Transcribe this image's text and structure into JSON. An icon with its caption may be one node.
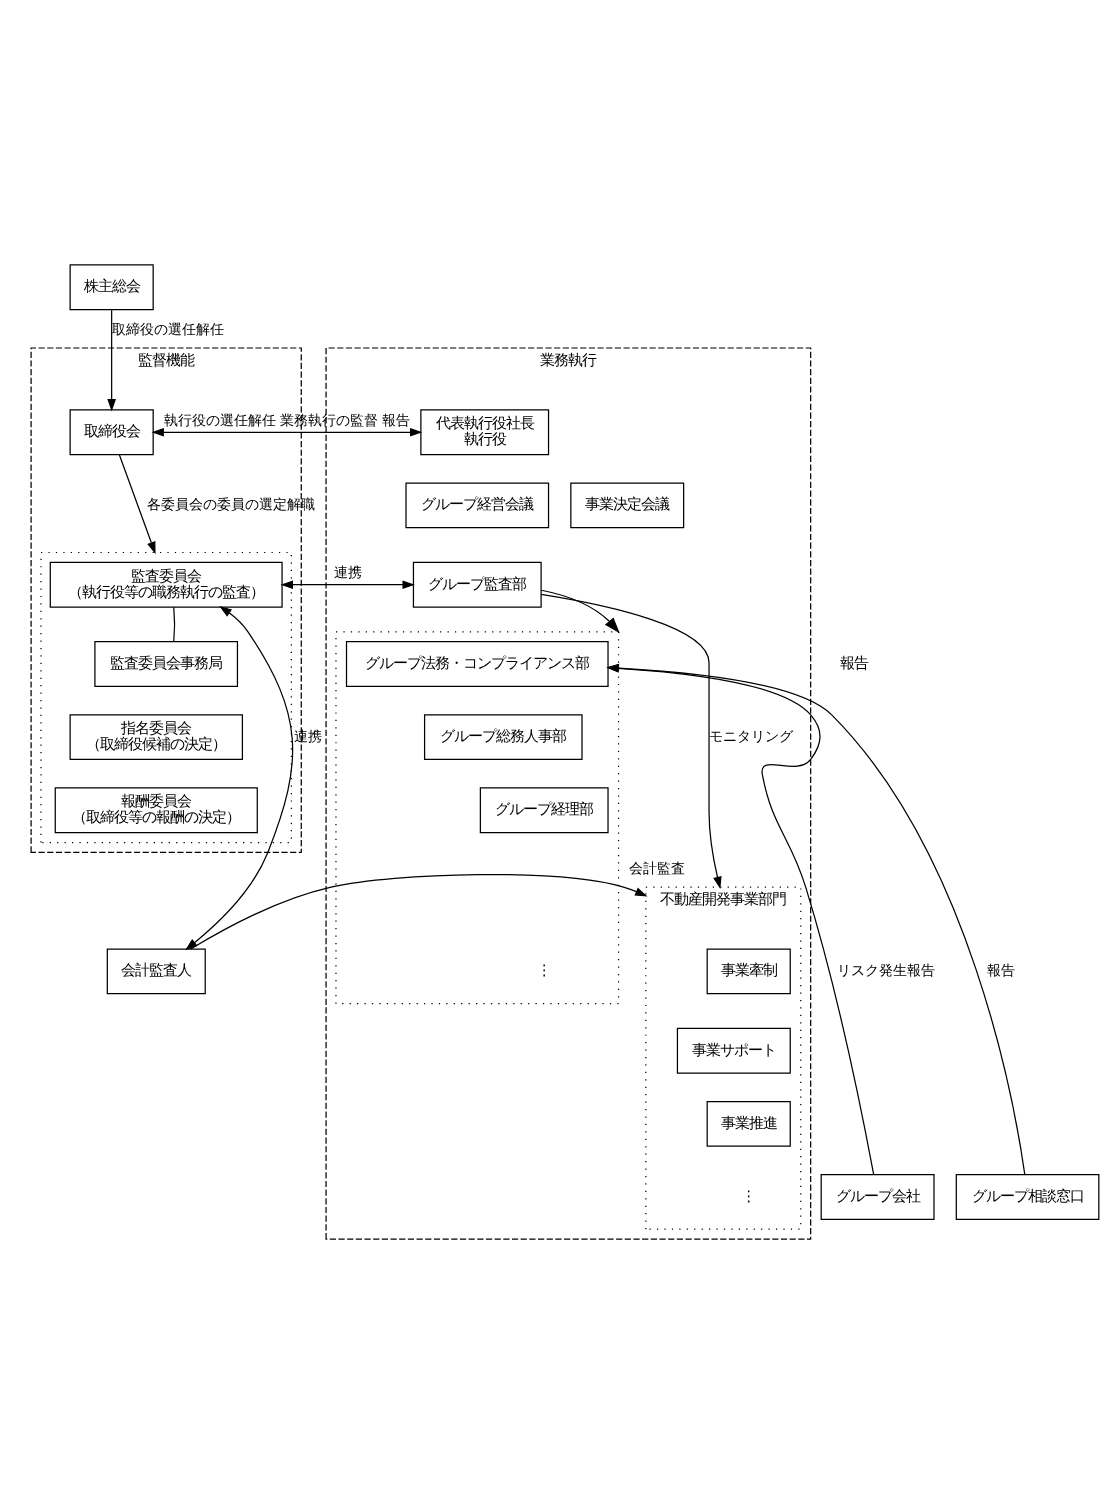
{
  "diagram": {
    "nodes": [
      {
        "text": [
          "株主総会"
        ]
      },
      {
        "text": [
          "監督機能"
        ]
      },
      {
        "text": [
          "取締役会"
        ],
        "in": 1
      },
      {
        "text": [],
        "shape": "box",
        "in": 1
      },
      {
        "text": [
          "監査委員会",
          "（執行役等の職務執行の監査）"
        ],
        "in": 3
      },
      {
        "text": [
          "監査委員会事務局"
        ],
        "in": 3
      },
      {
        "text": [
          "指名委員会",
          "（取締役候補の決定）"
        ],
        "in": 3
      },
      {
        "text": [
          "報酬委員会",
          "（取締役等の報酬の決定）"
        ],
        "in": 3
      },
      {
        "text": [
          "業務執行"
        ]
      },
      {
        "text": [
          "代表執行役社長",
          "執行役"
        ],
        "in": 8
      },
      {
        "text": [
          "グループ経営会議"
        ],
        "in": 8
      },
      {
        "text": [
          "事業決定会議"
        ],
        "in": 8
      },
      {
        "text": [
          "グループ監査部"
        ],
        "in": 8
      },
      {
        "text": [],
        "shape": "box",
        "in": 8
      },
      {
        "text": [
          "グループ法務・コンプライアンス部"
        ],
        "in": 13
      },
      {
        "text": [
          "グループ総務人事部"
        ],
        "in": 13
      },
      {
        "text": [
          "グループ経理部"
        ],
        "in": 13
      },
      {
        "text": [
          "不動産開発事業部門"
        ],
        "in": 8
      },
      {
        "text": [
          "事業牽制"
        ],
        "in": 17
      },
      {
        "text": [
          "事業サポート"
        ],
        "in": 17
      },
      {
        "text": [
          "事業推進"
        ],
        "in": 17
      },
      {
        "text": [
          "会計監査人"
        ]
      },
      {
        "text": [
          "グループ会社"
        ]
      },
      {
        "text": [
          "グループ相談窓口"
        ]
      }
    ],
    "edges": [
      {
        "from": 0,
        "to": 2,
        "arrow": "to",
        "label": "取締役の選任解任"
      },
      {
        "from": 2,
        "to": 9,
        "arrow": "both",
        "label": "執行役の選任解任 業務執行の監督 報告"
      },
      {
        "from": 2,
        "to": 3,
        "arrow": "to",
        "label": "各委員会の委員の選定解職"
      },
      {
        "from": 4,
        "to": 12,
        "arrow": "both",
        "label": "連携"
      },
      {
        "from": 4,
        "to": 5,
        "arrow": "none"
      },
      {
        "from": 21,
        "to": 4,
        "arrow": "both",
        "label": "連携"
      },
      {
        "from": 21,
        "to": 17,
        "arrow": "to",
        "label": "会計監査"
      },
      {
        "from": 12,
        "to": 13,
        "arrow": "to"
      },
      {
        "from": 12,
        "to": 17,
        "arrow": "to",
        "label": "モニタリング"
      },
      {
        "from": 22,
        "to": 14,
        "arrow": "to",
        "label": "リスク発生報告"
      },
      {
        "from": 23,
        "to": 14,
        "arrow": "to",
        "label": "報告"
      }
    ],
    "labels": [
      "報告",
      "⋮",
      "⋮"
    ]
  }
}
